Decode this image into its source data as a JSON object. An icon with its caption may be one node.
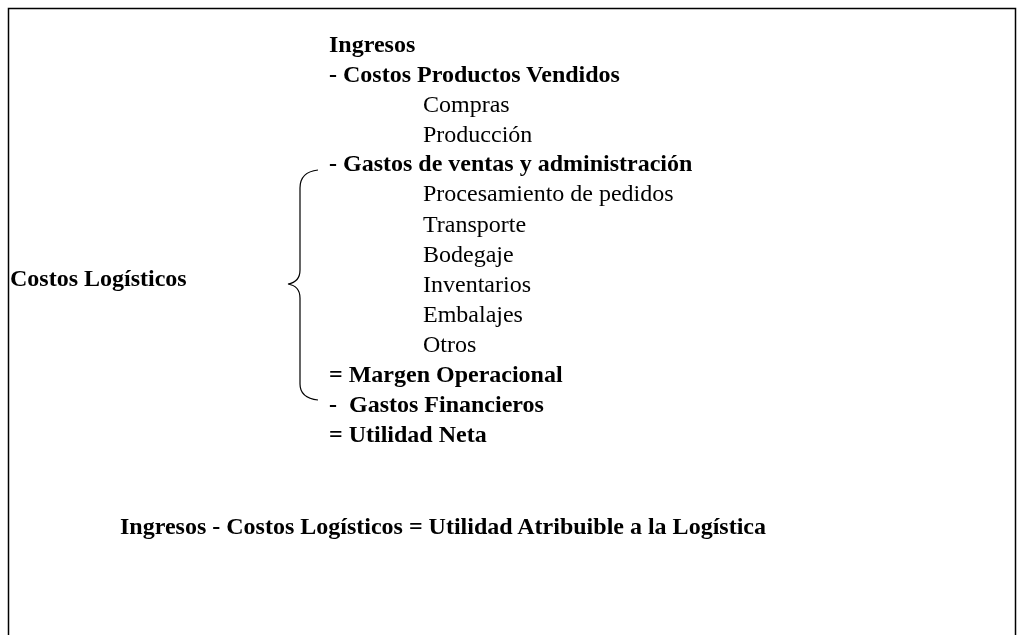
{
  "diagram": {
    "labels": [
      "Ingresos",
      "- Costos Productos Vendidos",
      "Compras",
      "Producción",
      "- Gastos de ventas y administración",
      "Procesamiento de pedidos",
      "Transporte",
      "Bodegaje",
      "Inventarios",
      "Embalajes",
      "Otros",
      "= Margen Operacional",
      "-  Gastos Financieros",
      "= Utilidad Neta",
      "Costos Logísticos",
      "Ingresos - Costos Logísticos = Utilidad Atribuible a la Logística"
    ]
  }
}
